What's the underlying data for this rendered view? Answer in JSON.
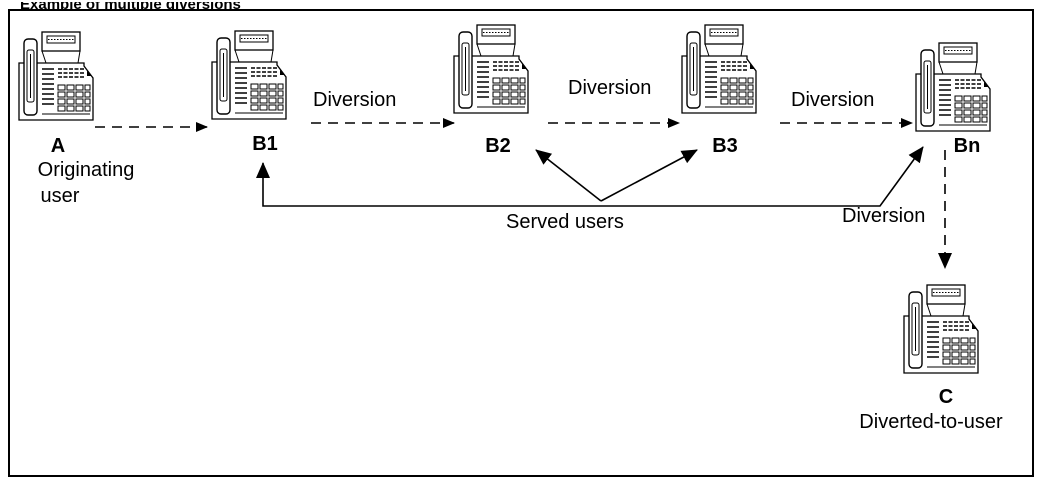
{
  "caption": "Example of multiple diversions",
  "nodes": {
    "a": {
      "id": "A",
      "role": "Originating user",
      "role_lines": [
        "Originating",
        "user"
      ]
    },
    "b1": {
      "id": "B1"
    },
    "b2": {
      "id": "B2"
    },
    "b3": {
      "id": "B3"
    },
    "bn": {
      "id": "Bn"
    },
    "c": {
      "id": "C",
      "role": "Diverted-to-user"
    }
  },
  "edges": {
    "b1_b2": "Diversion",
    "b2_b3": "Diversion",
    "b3_bn": "Diversion",
    "bn_c": "Diversion"
  },
  "served_users_label": "Served users",
  "icon": "desk-telephone-icon"
}
